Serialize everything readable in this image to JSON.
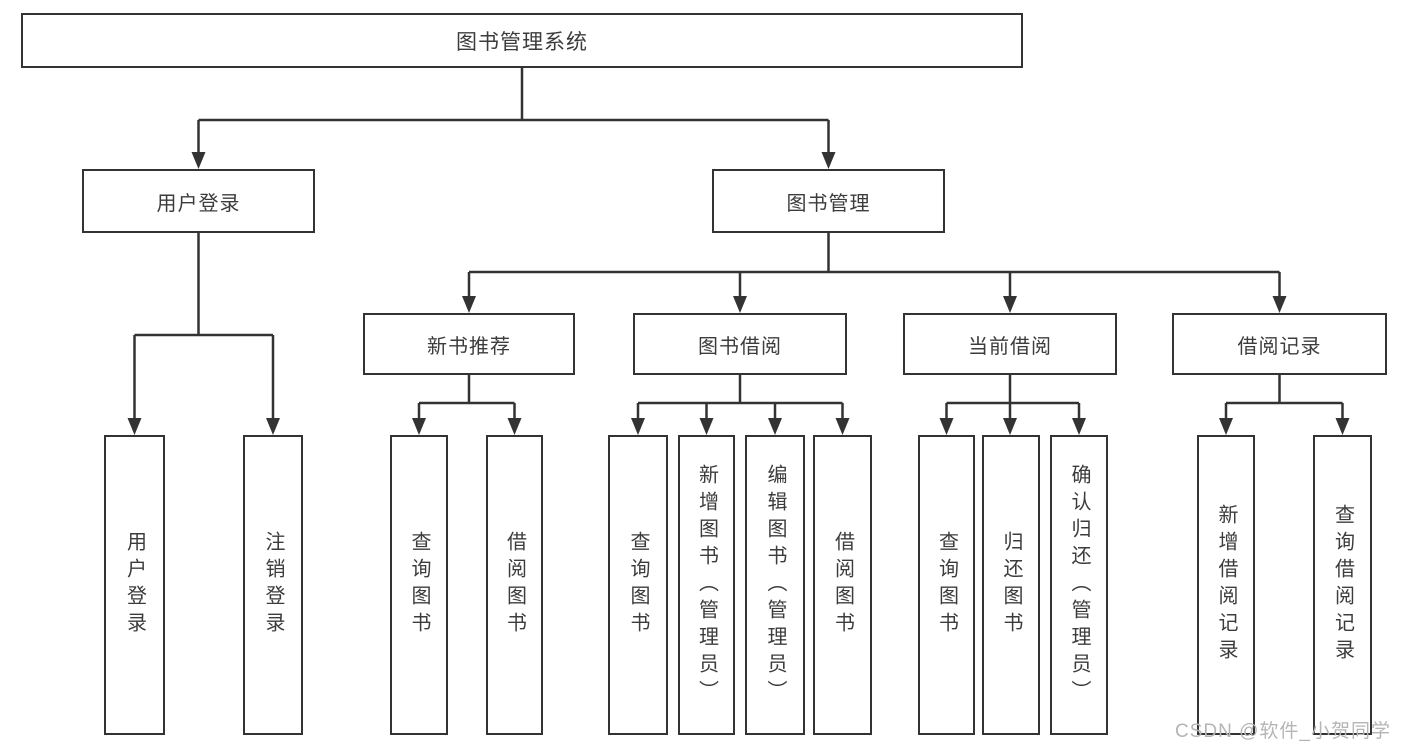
{
  "diagram": {
    "type": "tree-structure-diagram",
    "colors": {
      "line": "#333333",
      "box_border": "#333333",
      "text": "#3c3c3c",
      "background": "#ffffff",
      "watermark": "#b5b5b5"
    },
    "nodes": {
      "root": {
        "label": "图书管理系统"
      },
      "level2": [
        {
          "label": "用户登录"
        },
        {
          "label": "图书管理"
        }
      ],
      "level3": [
        {
          "label": "新书推荐"
        },
        {
          "label": "图书借阅"
        },
        {
          "label": "当前借阅"
        },
        {
          "label": "借阅记录"
        }
      ],
      "leaves": {
        "user_login": [
          "用户登录",
          "注销登录"
        ],
        "new_books": [
          "查询图书",
          "借阅图书"
        ],
        "book_borrow": [
          "查询图书",
          "新增图书（管理员）",
          "编辑图书（管理员）",
          "借阅图书"
        ],
        "current_borrow": [
          "查询图书",
          "归还图书",
          "确认归还（管理员）"
        ],
        "borrow_records": [
          "新增借阅记录",
          "查询借阅记录"
        ]
      }
    },
    "watermark": "CSDN @软件_小贺同学"
  }
}
